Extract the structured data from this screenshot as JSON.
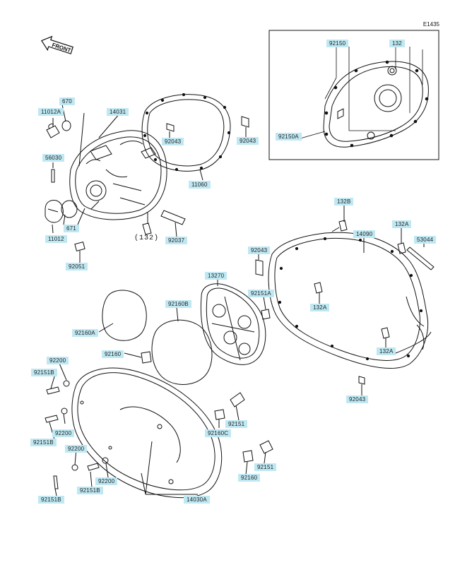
{
  "figure_id": "E1435",
  "front_label": "FRONT",
  "ref_132": "(132)",
  "parts": [
    {
      "id": "p92150",
      "code": "92150"
    },
    {
      "id": "p132",
      "code": "132"
    },
    {
      "id": "p92150A",
      "code": "92150A"
    },
    {
      "id": "p670",
      "code": "670"
    },
    {
      "id": "p11012A",
      "code": "11012A"
    },
    {
      "id": "p14031",
      "code": "14031"
    },
    {
      "id": "p92043a",
      "code": "92043"
    },
    {
      "id": "p92043b",
      "code": "92043"
    },
    {
      "id": "p56030",
      "code": "56030"
    },
    {
      "id": "p11060",
      "code": "11060"
    },
    {
      "id": "p671",
      "code": "671"
    },
    {
      "id": "p11012",
      "code": "11012"
    },
    {
      "id": "p92037",
      "code": "92037"
    },
    {
      "id": "p92051",
      "code": "92051"
    },
    {
      "id": "p132B",
      "code": "132B"
    },
    {
      "id": "p14090",
      "code": "14090"
    },
    {
      "id": "p132A1",
      "code": "132A"
    },
    {
      "id": "p53044",
      "code": "53044"
    },
    {
      "id": "p92043c",
      "code": "92043"
    },
    {
      "id": "p13270",
      "code": "13270"
    },
    {
      "id": "p92151A",
      "code": "92151A"
    },
    {
      "id": "p132A2",
      "code": "132A"
    },
    {
      "id": "p92160B",
      "code": "92160B"
    },
    {
      "id": "p92160A",
      "code": "92160A"
    },
    {
      "id": "p132A3",
      "code": "132A"
    },
    {
      "id": "p92160",
      "code": "92160"
    },
    {
      "id": "p92200a",
      "code": "92200"
    },
    {
      "id": "p92043d",
      "code": "92043"
    },
    {
      "id": "p92151Ba",
      "code": "92151B"
    },
    {
      "id": "p92151",
      "code": "92151"
    },
    {
      "id": "p92200b",
      "code": "92200"
    },
    {
      "id": "p92160C",
      "code": "92160C"
    },
    {
      "id": "p92151Bb",
      "code": "92151B"
    },
    {
      "id": "p92200c",
      "code": "92200"
    },
    {
      "id": "p92151b2",
      "code": "92151"
    },
    {
      "id": "p92200d",
      "code": "92200"
    },
    {
      "id": "p92160b2",
      "code": "92160"
    },
    {
      "id": "p92151Bc",
      "code": "92151B"
    },
    {
      "id": "p92151Bd",
      "code": "92151B"
    },
    {
      "id": "p14030A",
      "code": "14030A"
    }
  ]
}
